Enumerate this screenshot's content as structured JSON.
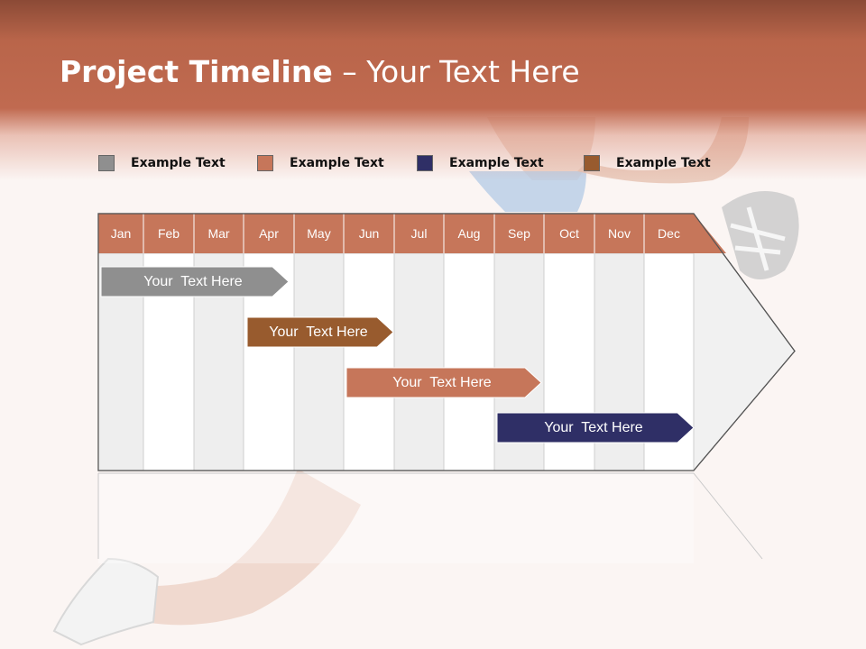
{
  "title": {
    "bold": "Project Timeline",
    "rest": " – Your Text Here"
  },
  "legend": [
    {
      "label": "Example Text",
      "color": "#8f8f8f"
    },
    {
      "label": "Example Text",
      "color": "#c6765a"
    },
    {
      "label": "Example Text",
      "color": "#2f2f66"
    },
    {
      "label": "Example Text",
      "color": "#985b2e"
    }
  ],
  "months": [
    "Jan",
    "Feb",
    "Mar",
    "Apr",
    "May",
    "Jun",
    "Jul",
    "Aug",
    "Sep",
    "Oct",
    "Nov",
    "Dec"
  ],
  "colors": {
    "header": "#c6765a",
    "accent": "#b9654a"
  },
  "tasks": [
    {
      "label": "Your  Text Here",
      "start": "Jan",
      "end": "Apr",
      "color": "#8f8f8f"
    },
    {
      "label": "Your  Text Here",
      "start": "Apr",
      "end": "Jun",
      "color": "#985b2e"
    },
    {
      "label": "Your  Text Here",
      "start": "Jun",
      "end": "Sep",
      "color": "#c6765a"
    },
    {
      "label": "Your  Text Here",
      "start": "Sep",
      "end": "Dec",
      "color": "#2f2f66"
    }
  ]
}
